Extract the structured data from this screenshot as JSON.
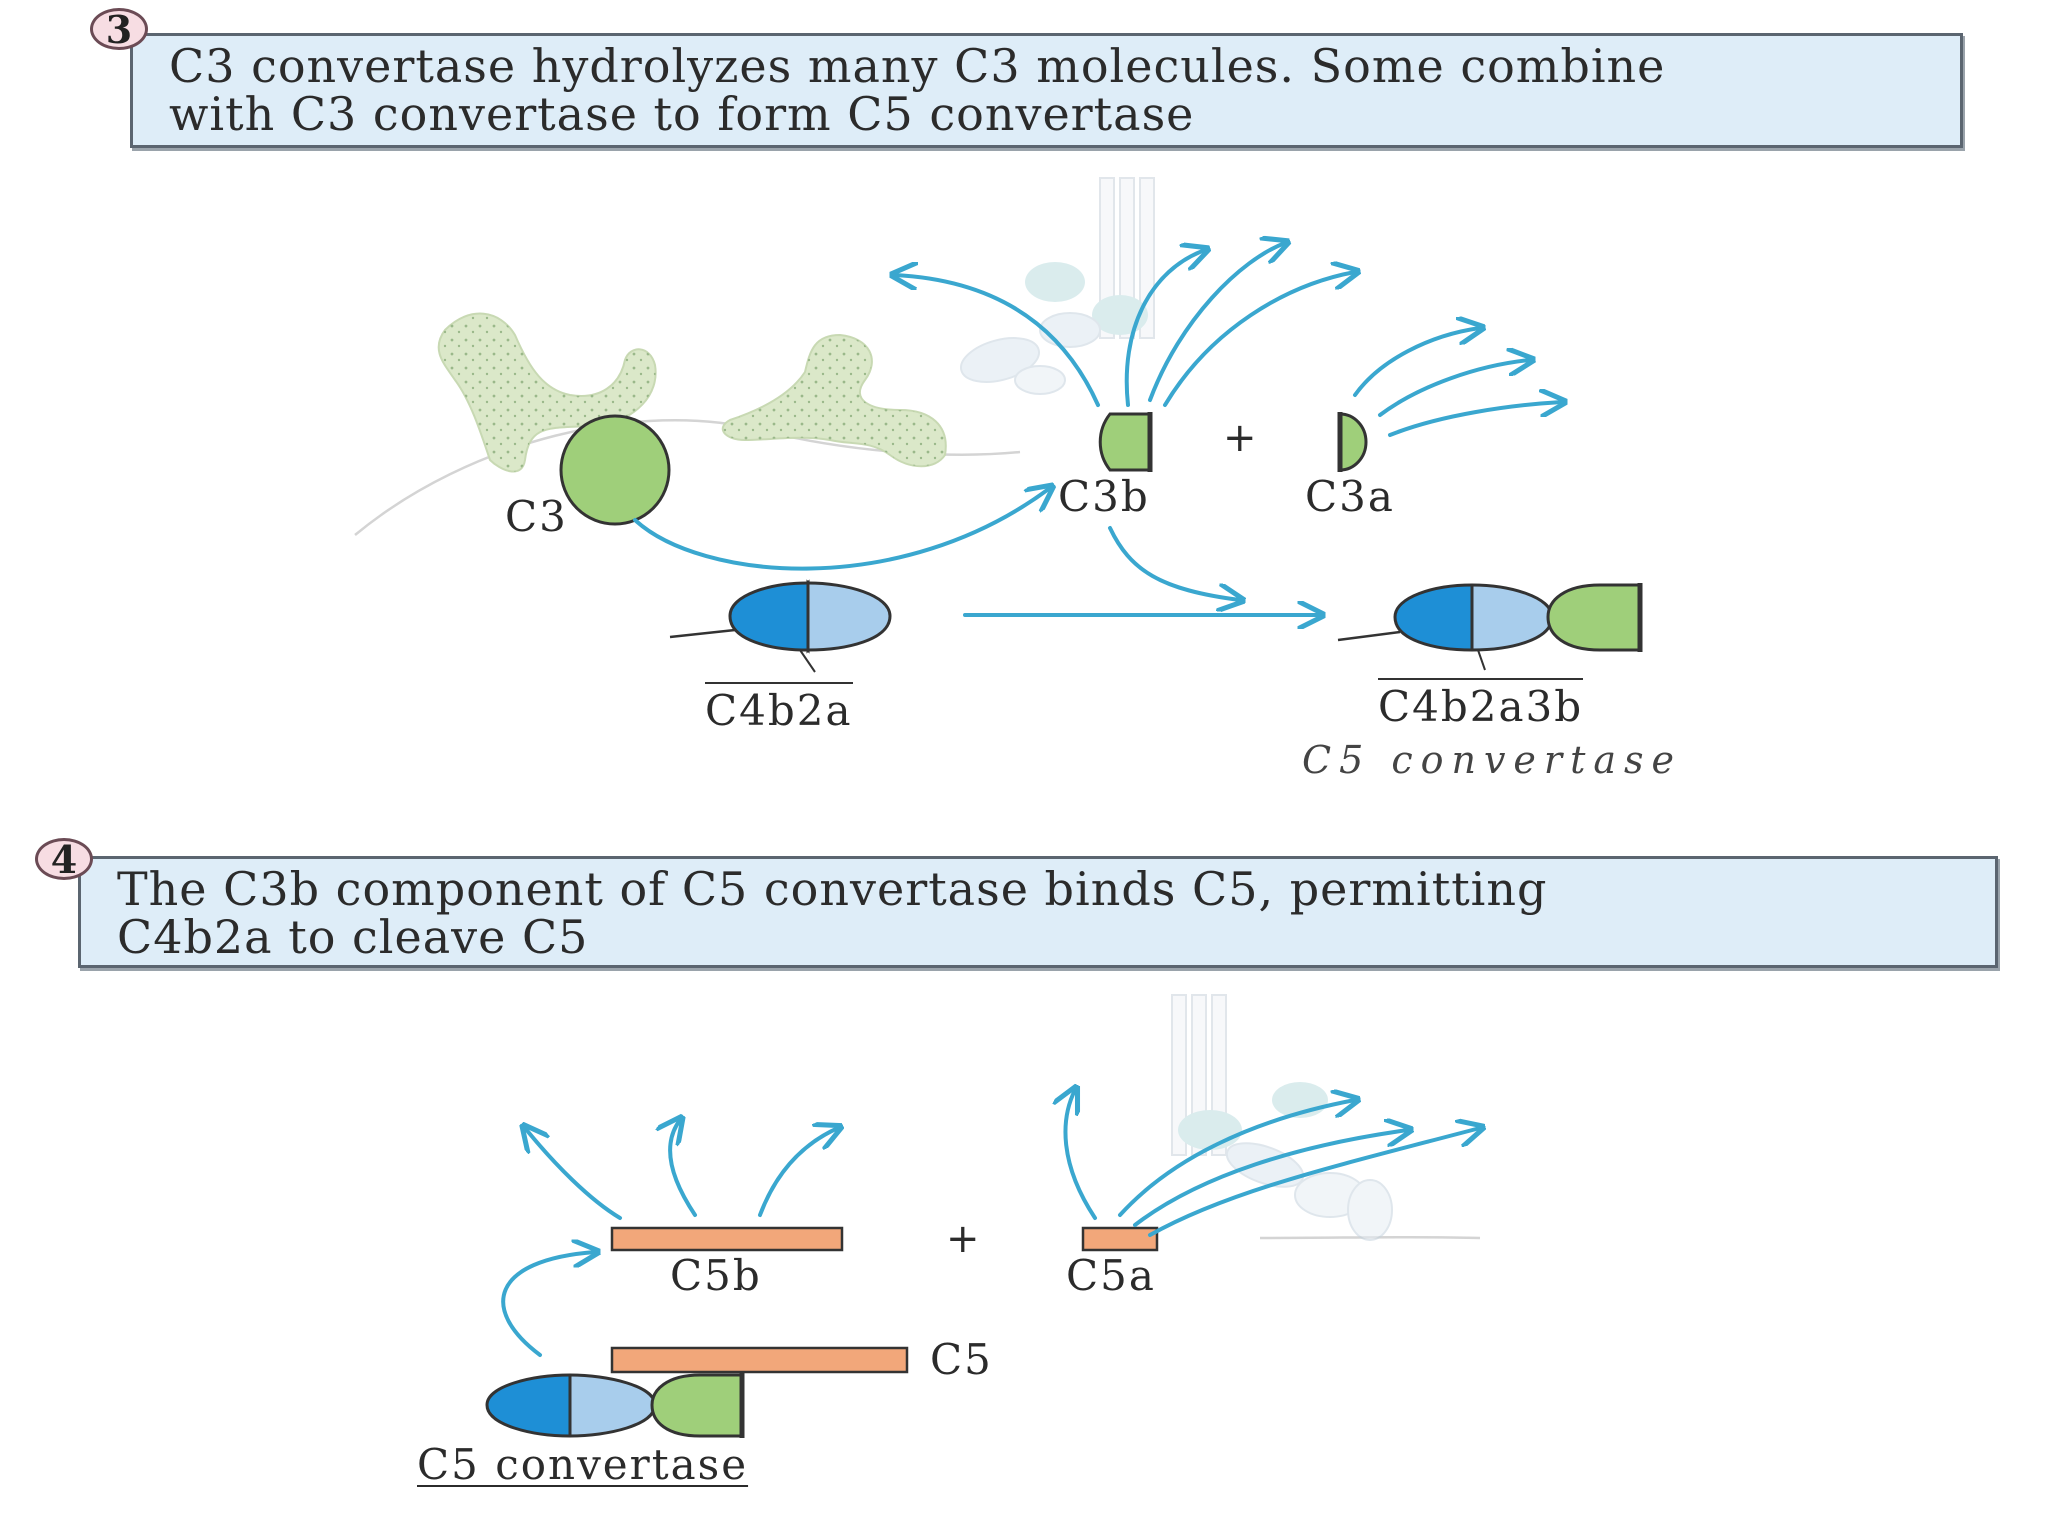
{
  "step3": {
    "badge": "3",
    "line1": "C3 convertase hydrolyzes many C3 molecules.  Some combine",
    "line2": "with C3 convertase to form C5 convertase"
  },
  "step4": {
    "badge": "4",
    "line1": "The C3b component of C5 convertase binds C5, permitting",
    "line2": "C4b2a to cleave C5"
  },
  "labels": {
    "c3": "C3",
    "c3b": "C3b",
    "c3a": "C3a",
    "plus": "+",
    "c4b2a": "C4b2a",
    "c4b2a3b": "C4b2a3b",
    "c5_convertase_italic": "C5 convertase",
    "c5b": "C5b",
    "c5a": "C5a",
    "c5": "C5",
    "c5_convertase": "C5 convertase"
  },
  "colors": {
    "arrow": "#3aa7cf",
    "c3_green": "#9fcf7a",
    "c4b_blue": "#1e8fd6",
    "c2a_lightblue": "#a8cdec",
    "c5_orange": "#f2a77a",
    "box_fill": "#deedf8",
    "badge_fill": "#f7dde3",
    "cell_green": "#d8e8c5"
  }
}
